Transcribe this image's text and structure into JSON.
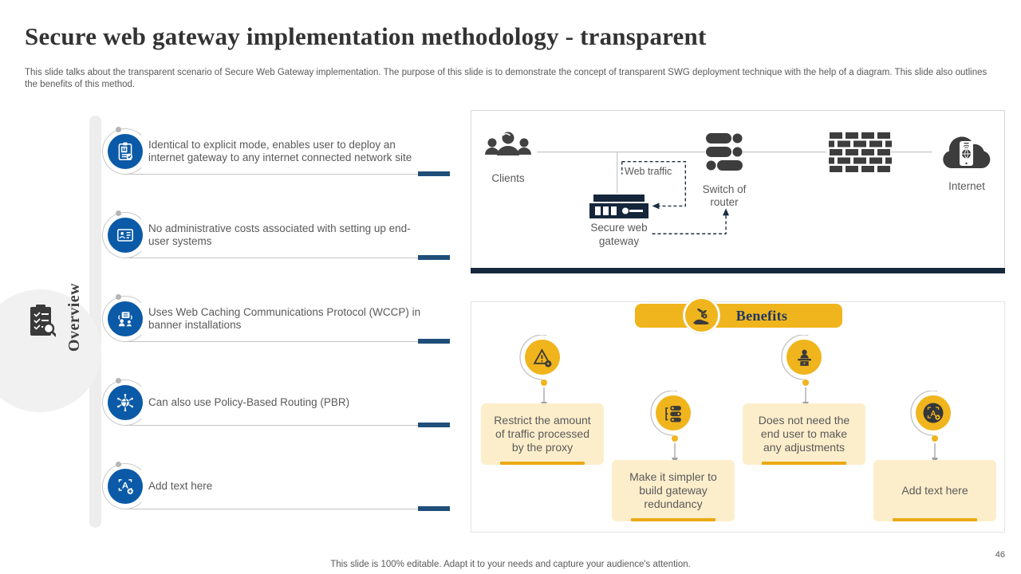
{
  "slide": {
    "title": "Secure web gateway implementation methodology - transparent",
    "subtitle": "This slide talks about the transparent scenario of Secure Web Gateway implementation. The purpose of this slide is to demonstrate the concept of transparent SWG deployment technique with the help of a diagram. This slide also outlines the benefits of this method.",
    "footer_note": "This slide is 100% editable. Adapt it to your needs and capture your audience's attention.",
    "page_number": "46"
  },
  "overview": {
    "label": "Overview",
    "icon": "clipboard-magnifier-icon",
    "items": [
      {
        "icon": "clipboard-user-check-icon",
        "text": "Identical to explicit mode, enables user to deploy an internet gateway to any internet connected network site"
      },
      {
        "icon": "id-card-icon",
        "text": "No administrative costs associated with setting up end-user systems"
      },
      {
        "icon": "team-discussion-icon",
        "text": "Uses Web Caching Communications Protocol (WCCP) in banner installations"
      },
      {
        "icon": "network-hub-icon",
        "text": "Can also use Policy-Based Routing (PBR)"
      },
      {
        "icon": "add-text-icon",
        "text": "Add text here"
      }
    ]
  },
  "diagram": {
    "clients_label": "Clients",
    "web_traffic_label": "Web traffic",
    "gateway_label": "Secure web gateway",
    "switch_label": "Switch of router",
    "internet_label": "Internet"
  },
  "benefits": {
    "title": "Benefits",
    "icon": "hand-growth-icon",
    "items": [
      {
        "icon": "restriction-warning-icon",
        "text": "Restrict the amount of traffic processed by the proxy"
      },
      {
        "icon": "gateway-redundancy-icon",
        "text": "Make it simpler to build gateway redundancy"
      },
      {
        "icon": "end-user-icon",
        "text": "Does not need the end user to make any adjustments"
      },
      {
        "icon": "add-text-badge-icon",
        "text": "Add text here"
      }
    ]
  },
  "colors": {
    "accent_blue": "#0b5aa7",
    "navy": "#16283c",
    "dash_navy": "#1f4e79",
    "yellow": "#f0b41d",
    "card_cream": "#fdeecb",
    "gold_underline": "#eaa914",
    "icon_gray": "#424242",
    "text_gray": "#595959"
  }
}
